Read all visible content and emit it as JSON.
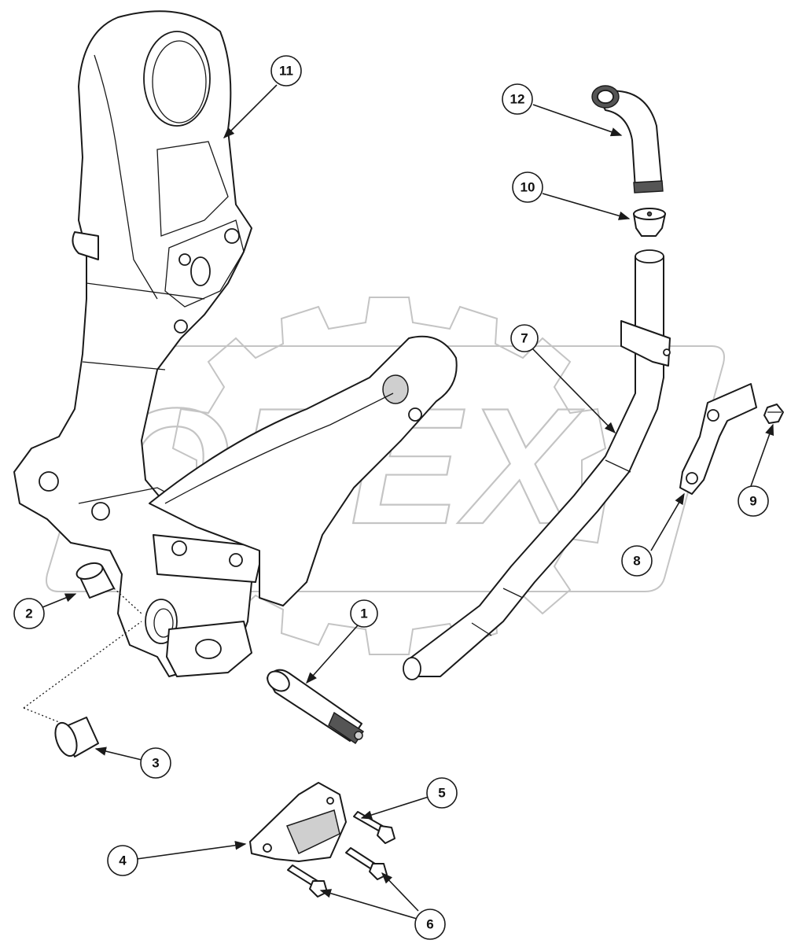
{
  "watermark": {
    "text": "OPEX"
  },
  "callouts": [
    {
      "id": "callout-1",
      "label": "1"
    },
    {
      "id": "callout-2",
      "label": "2"
    },
    {
      "id": "callout-3",
      "label": "3"
    },
    {
      "id": "callout-4",
      "label": "4"
    },
    {
      "id": "callout-5",
      "label": "5"
    },
    {
      "id": "callout-6",
      "label": "6"
    },
    {
      "id": "callout-7",
      "label": "7"
    },
    {
      "id": "callout-8",
      "label": "8"
    },
    {
      "id": "callout-9",
      "label": "9"
    },
    {
      "id": "callout-10",
      "label": "10"
    },
    {
      "id": "callout-11",
      "label": "11"
    },
    {
      "id": "callout-12",
      "label": "12"
    }
  ],
  "colors": {
    "line": "#1a1a1a",
    "watermark": "#c4c4c4",
    "background": "#ffffff"
  }
}
